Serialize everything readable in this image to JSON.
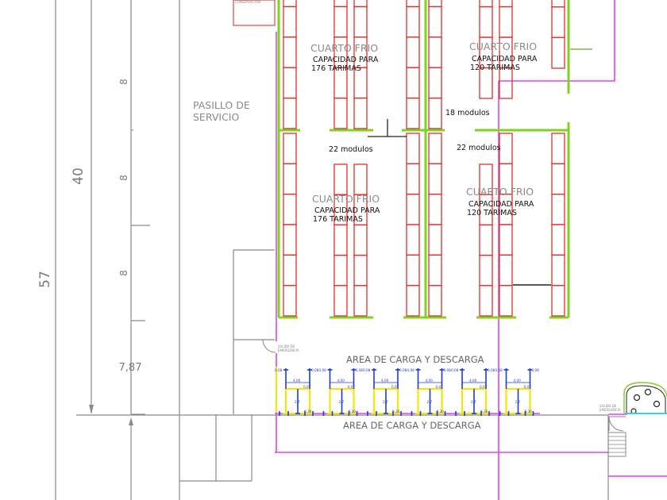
{
  "drawing": {
    "colors": {
      "rack": "#e0302a",
      "wall_green": "#7ed321",
      "pipe_magenta": "#d946ef",
      "dock_yellow": "#f5e50a",
      "dim_blue": "#1f3cc9",
      "line_gray": "#8a8a8a"
    },
    "top_label": "CONSERVACION",
    "corridor": {
      "line1": "PASILLO DE",
      "line2": "SERVICIO"
    },
    "rooms": [
      {
        "title": "CUARTO FRIO",
        "cap1": "CAPACIDAD PARA",
        "cap2": "176 TARIMAS"
      },
      {
        "title": "CUARTO FRIO",
        "cap1": "CAPACIDAD PARA",
        "cap2": "120 TARIMAS"
      },
      {
        "title": "CUARTO FRIO",
        "cap1": "CAPACIDAD PARA",
        "cap2": "176 TARIMAS"
      },
      {
        "title": "CUARTO FRIO",
        "cap1": "CAPACIDAD PARA",
        "cap2": "120 TARIMAS"
      }
    ],
    "modules": {
      "left": "22 modulos",
      "right_top": "18 modulos",
      "right": "22 modulos"
    },
    "dimensions": {
      "total": "57",
      "sub_total": "40",
      "seg1": "8",
      "seg2": "8",
      "seg3": "8",
      "seg4": "7,87"
    },
    "loading_area": {
      "top_label": "AREA DE CARGA Y DESCARGA",
      "bottom_label": "AREA DE CARGA Y DESCARGA",
      "dock_count": 6,
      "dims": {
        "side": "0,08",
        "width": "4,00",
        "corner": "0,07",
        "height": "2,7",
        "bottom": "0,30"
      }
    },
    "exits": [
      {
        "line1": "SALIDA DE",
        "line2": "EMERGENCIA"
      },
      {
        "line1": "SALIDA DE",
        "line2": "EMERGENCIA"
      }
    ]
  }
}
